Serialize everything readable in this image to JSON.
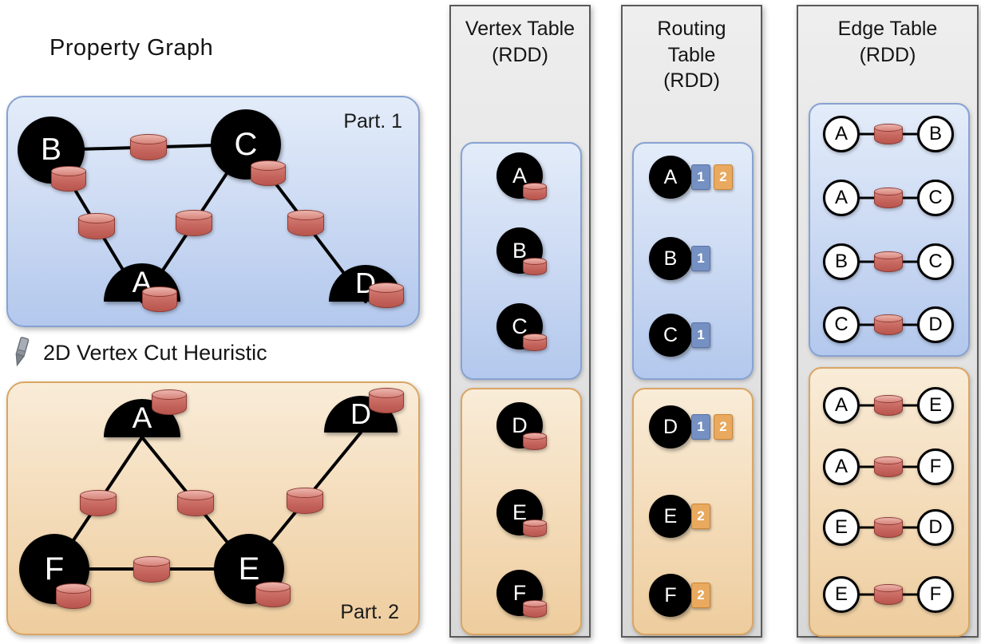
{
  "left": {
    "title": "Property Graph",
    "annotation": {
      "icon": "pencil-icon",
      "text": "2D Vertex Cut Heuristic"
    }
  },
  "graph": {
    "part1": {
      "label": "Part. 1",
      "vertices": [
        {
          "id": "B",
          "cut": false
        },
        {
          "id": "C",
          "cut": false
        },
        {
          "id": "A",
          "cut": true
        },
        {
          "id": "D",
          "cut": true
        }
      ],
      "edges": [
        [
          "B",
          "C"
        ],
        [
          "B",
          "A"
        ],
        [
          "C",
          "A"
        ],
        [
          "C",
          "D"
        ]
      ]
    },
    "part2": {
      "label": "Part. 2",
      "vertices": [
        {
          "id": "A",
          "cut": true
        },
        {
          "id": "D",
          "cut": true
        },
        {
          "id": "F",
          "cut": false
        },
        {
          "id": "E",
          "cut": false
        }
      ],
      "edges": [
        [
          "A",
          "F"
        ],
        [
          "A",
          "E"
        ],
        [
          "F",
          "E"
        ],
        [
          "E",
          "D"
        ]
      ]
    }
  },
  "columns": {
    "vertex_table": {
      "title_lines": [
        "Vertex Table",
        "(RDD)"
      ],
      "part1": [
        "A",
        "B",
        "C"
      ],
      "part2": [
        "D",
        "E",
        "F"
      ]
    },
    "routing_table": {
      "title_lines": [
        "Routing",
        "Table",
        "(RDD)"
      ],
      "part1": [
        {
          "vertex": "A",
          "partitions": [
            1,
            2
          ]
        },
        {
          "vertex": "B",
          "partitions": [
            1
          ]
        },
        {
          "vertex": "C",
          "partitions": [
            1
          ]
        }
      ],
      "part2": [
        {
          "vertex": "D",
          "partitions": [
            1,
            2
          ]
        },
        {
          "vertex": "E",
          "partitions": [
            2
          ]
        },
        {
          "vertex": "F",
          "partitions": [
            2
          ]
        }
      ]
    },
    "edge_table": {
      "title_lines": [
        "Edge Table",
        "(RDD)"
      ],
      "part1": [
        [
          "A",
          "B"
        ],
        [
          "A",
          "C"
        ],
        [
          "B",
          "C"
        ],
        [
          "C",
          "D"
        ]
      ],
      "part2": [
        [
          "A",
          "E"
        ],
        [
          "A",
          "F"
        ],
        [
          "E",
          "D"
        ],
        [
          "E",
          "F"
        ]
      ]
    }
  },
  "colors": {
    "partition1_fill": "#ccdaf3",
    "partition1_border": "#87a2d2",
    "partition2_fill": "#f4dcba",
    "partition2_border": "#d9a564",
    "routing_box_part1": "#7590c2",
    "routing_box_part2": "#e9a95f",
    "property_cylinder": "#c3625a",
    "vertex_fill": "#000000",
    "panel_fill": "#e4e4e4"
  }
}
